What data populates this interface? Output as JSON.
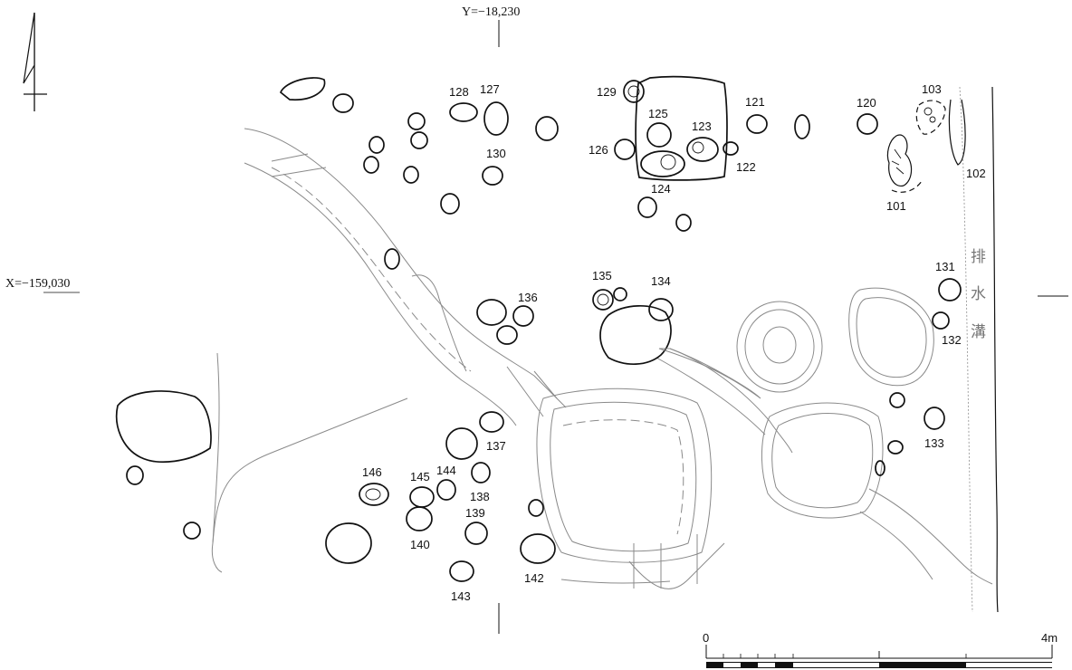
{
  "coordinates": {
    "y_label": "Y=−18,230",
    "x_label": "X=−159,030"
  },
  "drainage_label": [
    "排",
    "水",
    "溝"
  ],
  "scale_bar": {
    "start_label": "0",
    "end_label": "4m",
    "length_m": 4
  },
  "features": [
    {
      "id": "101",
      "label": "101"
    },
    {
      "id": "102",
      "label": "102"
    },
    {
      "id": "103",
      "label": "103"
    },
    {
      "id": "120",
      "label": "120"
    },
    {
      "id": "121",
      "label": "121"
    },
    {
      "id": "122",
      "label": "122"
    },
    {
      "id": "123",
      "label": "123"
    },
    {
      "id": "124",
      "label": "124"
    },
    {
      "id": "125",
      "label": "125"
    },
    {
      "id": "126",
      "label": "126"
    },
    {
      "id": "127",
      "label": "127"
    },
    {
      "id": "128",
      "label": "128"
    },
    {
      "id": "129",
      "label": "129"
    },
    {
      "id": "130",
      "label": "130"
    },
    {
      "id": "131",
      "label": "131"
    },
    {
      "id": "132",
      "label": "132"
    },
    {
      "id": "133",
      "label": "133"
    },
    {
      "id": "134",
      "label": "134"
    },
    {
      "id": "135",
      "label": "135"
    },
    {
      "id": "136",
      "label": "136"
    },
    {
      "id": "137",
      "label": "137"
    },
    {
      "id": "138",
      "label": "138"
    },
    {
      "id": "139",
      "label": "139"
    },
    {
      "id": "140",
      "label": "140"
    },
    {
      "id": "142",
      "label": "142"
    },
    {
      "id": "143",
      "label": "143"
    },
    {
      "id": "144",
      "label": "144"
    },
    {
      "id": "145",
      "label": "145"
    },
    {
      "id": "146",
      "label": "146"
    }
  ],
  "colors": {
    "pit_outline": "#111111",
    "channel_outline": "#8a8a8a",
    "drainage_text": "#777777"
  },
  "icons": {
    "north_arrow": "north-arrow-icon"
  }
}
